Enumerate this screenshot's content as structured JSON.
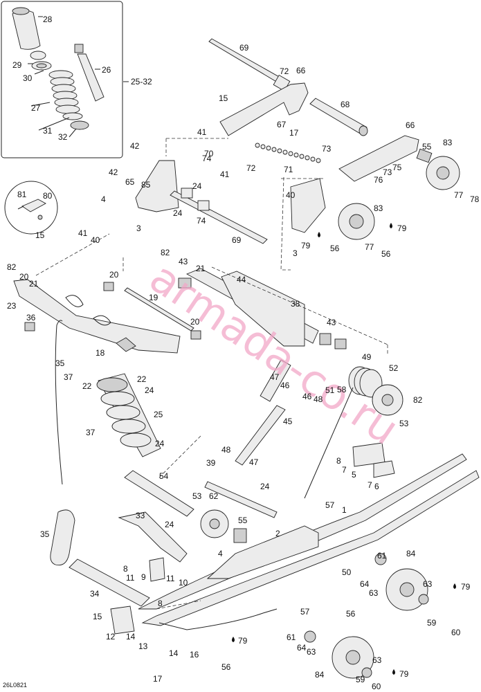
{
  "diagram": {
    "code": "26L0821",
    "watermark": "armada-co.ru",
    "inset_range_label": "25-32",
    "labels": [
      {
        "id": "28",
        "text": "28"
      },
      {
        "id": "29",
        "text": "29"
      },
      {
        "id": "30",
        "text": "30"
      },
      {
        "id": "26",
        "text": "26"
      },
      {
        "id": "27",
        "text": "27"
      },
      {
        "id": "31",
        "text": "31"
      },
      {
        "id": "32",
        "text": "32"
      },
      {
        "id": "69a",
        "text": "69"
      },
      {
        "id": "72a",
        "text": "72"
      },
      {
        "id": "66a",
        "text": "66"
      },
      {
        "id": "68",
        "text": "68"
      },
      {
        "id": "15a",
        "text": "15"
      },
      {
        "id": "41a",
        "text": "41"
      },
      {
        "id": "67",
        "text": "67"
      },
      {
        "id": "17a",
        "text": "17"
      },
      {
        "id": "66b",
        "text": "66"
      },
      {
        "id": "83a",
        "text": "83"
      },
      {
        "id": "55a",
        "text": "55"
      },
      {
        "id": "42a",
        "text": "42"
      },
      {
        "id": "70",
        "text": "70"
      },
      {
        "id": "41b",
        "text": "41"
      },
      {
        "id": "72b",
        "text": "72"
      },
      {
        "id": "73a",
        "text": "73"
      },
      {
        "id": "71",
        "text": "71"
      },
      {
        "id": "73b",
        "text": "73"
      },
      {
        "id": "74a",
        "text": "74"
      },
      {
        "id": "75",
        "text": "75"
      },
      {
        "id": "76",
        "text": "76"
      },
      {
        "id": "77a",
        "text": "77"
      },
      {
        "id": "78",
        "text": "78"
      },
      {
        "id": "42b",
        "text": "42"
      },
      {
        "id": "65",
        "text": "65"
      },
      {
        "id": "85",
        "text": "85"
      },
      {
        "id": "24a",
        "text": "24"
      },
      {
        "id": "81",
        "text": "81"
      },
      {
        "id": "80",
        "text": "80"
      },
      {
        "id": "15b",
        "text": "15"
      },
      {
        "id": "4a",
        "text": "4"
      },
      {
        "id": "24b",
        "text": "24"
      },
      {
        "id": "74b",
        "text": "74"
      },
      {
        "id": "40a",
        "text": "40"
      },
      {
        "id": "41c",
        "text": "41"
      },
      {
        "id": "40b",
        "text": "40"
      },
      {
        "id": "3a",
        "text": "3"
      },
      {
        "id": "69b",
        "text": "69"
      },
      {
        "id": "83b",
        "text": "83"
      },
      {
        "id": "79a",
        "text": "79"
      },
      {
        "id": "79b",
        "text": "79"
      },
      {
        "id": "77b",
        "text": "77"
      },
      {
        "id": "3b",
        "text": "3"
      },
      {
        "id": "56a",
        "text": "56"
      },
      {
        "id": "56b",
        "text": "56"
      },
      {
        "id": "82a",
        "text": "82"
      },
      {
        "id": "43a",
        "text": "43"
      },
      {
        "id": "21a",
        "text": "21"
      },
      {
        "id": "82b",
        "text": "82"
      },
      {
        "id": "20a",
        "text": "20"
      },
      {
        "id": "21b",
        "text": "21"
      },
      {
        "id": "20b",
        "text": "20"
      },
      {
        "id": "44",
        "text": "44"
      },
      {
        "id": "19",
        "text": "19"
      },
      {
        "id": "38",
        "text": "38"
      },
      {
        "id": "23",
        "text": "23"
      },
      {
        "id": "36",
        "text": "36"
      },
      {
        "id": "20c",
        "text": "20"
      },
      {
        "id": "43b",
        "text": "43"
      },
      {
        "id": "18",
        "text": "18"
      },
      {
        "id": "35a",
        "text": "35"
      },
      {
        "id": "37a",
        "text": "37"
      },
      {
        "id": "22a",
        "text": "22"
      },
      {
        "id": "22b",
        "text": "22"
      },
      {
        "id": "24c",
        "text": "24"
      },
      {
        "id": "49",
        "text": "49"
      },
      {
        "id": "52",
        "text": "52"
      },
      {
        "id": "47a",
        "text": "47"
      },
      {
        "id": "46a",
        "text": "46"
      },
      {
        "id": "51",
        "text": "51"
      },
      {
        "id": "58",
        "text": "58"
      },
      {
        "id": "46b",
        "text": "46"
      },
      {
        "id": "48a",
        "text": "48"
      },
      {
        "id": "25",
        "text": "25"
      },
      {
        "id": "82c",
        "text": "82"
      },
      {
        "id": "53a",
        "text": "53"
      },
      {
        "id": "37b",
        "text": "37"
      },
      {
        "id": "45",
        "text": "45"
      },
      {
        "id": "24d",
        "text": "24"
      },
      {
        "id": "48b",
        "text": "48"
      },
      {
        "id": "47b",
        "text": "47"
      },
      {
        "id": "8a",
        "text": "8"
      },
      {
        "id": "7a",
        "text": "7"
      },
      {
        "id": "5",
        "text": "5"
      },
      {
        "id": "7b",
        "text": "7"
      },
      {
        "id": "6",
        "text": "6"
      },
      {
        "id": "39",
        "text": "39"
      },
      {
        "id": "54",
        "text": "54"
      },
      {
        "id": "24e",
        "text": "24"
      },
      {
        "id": "53b",
        "text": "53"
      },
      {
        "id": "62",
        "text": "62"
      },
      {
        "id": "57a",
        "text": "57"
      },
      {
        "id": "1",
        "text": "1"
      },
      {
        "id": "33",
        "text": "33"
      },
      {
        "id": "55b",
        "text": "55"
      },
      {
        "id": "24f",
        "text": "24"
      },
      {
        "id": "35b",
        "text": "35"
      },
      {
        "id": "2",
        "text": "2"
      },
      {
        "id": "4b",
        "text": "4"
      },
      {
        "id": "61a",
        "text": "61"
      },
      {
        "id": "84a",
        "text": "84"
      },
      {
        "id": "8b",
        "text": "8"
      },
      {
        "id": "11a",
        "text": "11"
      },
      {
        "id": "9",
        "text": "9"
      },
      {
        "id": "11b",
        "text": "11"
      },
      {
        "id": "10",
        "text": "10"
      },
      {
        "id": "50",
        "text": "50"
      },
      {
        "id": "64a",
        "text": "64"
      },
      {
        "id": "63a",
        "text": "63"
      },
      {
        "id": "63b",
        "text": "63"
      },
      {
        "id": "79c",
        "text": "79"
      },
      {
        "id": "34",
        "text": "34"
      },
      {
        "id": "8c",
        "text": "8"
      },
      {
        "id": "56c",
        "text": "56"
      },
      {
        "id": "59a",
        "text": "59"
      },
      {
        "id": "60a",
        "text": "60"
      },
      {
        "id": "15c",
        "text": "15"
      },
      {
        "id": "57b",
        "text": "57"
      },
      {
        "id": "12",
        "text": "12"
      },
      {
        "id": "14a",
        "text": "14"
      },
      {
        "id": "13",
        "text": "13"
      },
      {
        "id": "79d",
        "text": "79"
      },
      {
        "id": "61b",
        "text": "61"
      },
      {
        "id": "64b",
        "text": "64"
      },
      {
        "id": "63c",
        "text": "63"
      },
      {
        "id": "14b",
        "text": "14"
      },
      {
        "id": "16",
        "text": "16"
      },
      {
        "id": "56d",
        "text": "56"
      },
      {
        "id": "17b",
        "text": "17"
      },
      {
        "id": "84b",
        "text": "84"
      },
      {
        "id": "63d",
        "text": "63"
      },
      {
        "id": "59b",
        "text": "59"
      },
      {
        "id": "79e",
        "text": "79"
      },
      {
        "id": "60b",
        "text": "60"
      }
    ]
  }
}
